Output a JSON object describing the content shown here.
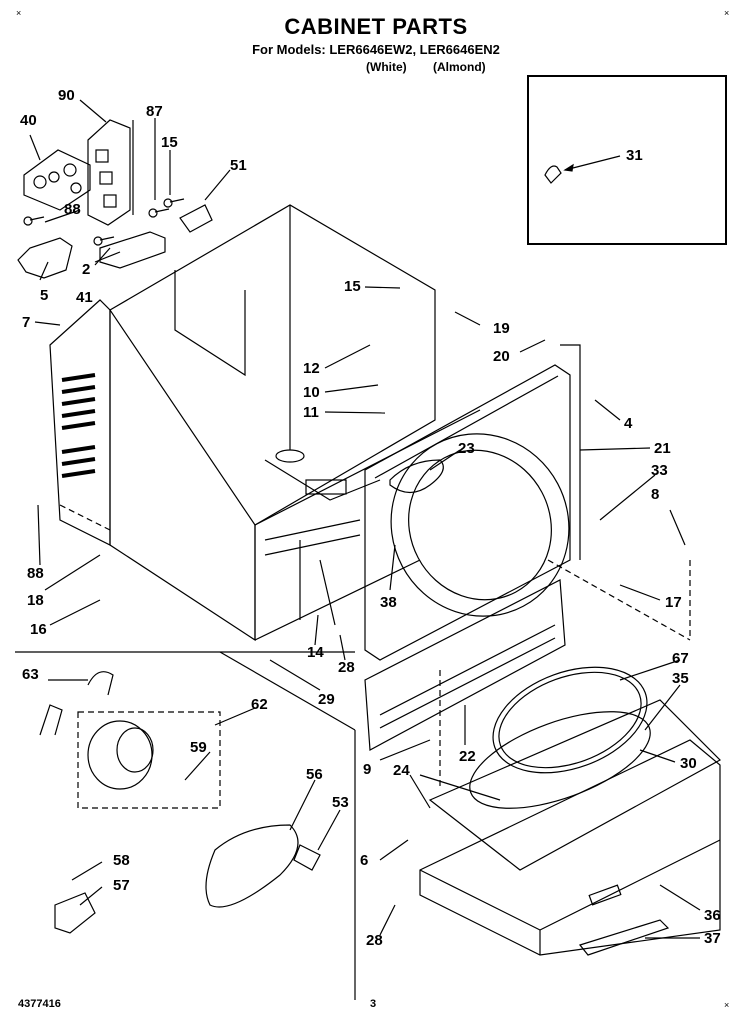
{
  "title": "CABINET PARTS",
  "models_line": "For Models: LER6646EW2, LER6646EN2",
  "variant_white": "(White)",
  "variant_almond": "(Almond)",
  "part_numbers": {
    "p90": "90",
    "p87": "87",
    "p40": "40",
    "p15a": "15",
    "p51": "51",
    "p88a": "88",
    "p2": "2",
    "p41": "41",
    "p5": "5",
    "p31": "31",
    "p15b": "15",
    "p19": "19",
    "p7": "7",
    "p12": "12",
    "p20": "20",
    "p10": "10",
    "p11": "11",
    "p4": "4",
    "p23": "23",
    "p21": "21",
    "p33": "33",
    "p8": "8",
    "p88b": "88",
    "p18": "18",
    "p16": "16",
    "p38": "38",
    "p17": "17",
    "p14": "14",
    "p28a": "28",
    "p29": "29",
    "p63": "63",
    "p62": "62",
    "p59": "59",
    "p67": "67",
    "p35": "35",
    "p22": "22",
    "p9": "9",
    "p24": "24",
    "p30": "30",
    "p56": "56",
    "p53": "53",
    "p6": "6",
    "p58": "58",
    "p57": "57",
    "p36": "36",
    "p28b": "28",
    "p37": "37"
  },
  "footer_left": "4377416",
  "footer_page": "3",
  "corner_mark": "×"
}
